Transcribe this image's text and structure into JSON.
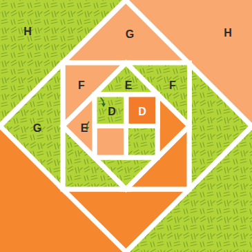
{
  "diagram": {
    "nodes": [
      {
        "text": [
          "H"
        ]
      },
      {
        "text": [
          "G"
        ]
      },
      {
        "text": [
          "H"
        ]
      },
      {
        "text": [
          "F"
        ]
      },
      {
        "text": [
          "E"
        ]
      },
      {
        "text": [
          "F"
        ]
      },
      {
        "text": [
          "G"
        ]
      },
      {
        "text": [
          "E"
        ]
      },
      {
        "text": [
          "D"
        ]
      },
      {
        "text": [
          "D"
        ]
      }
    ]
  }
}
